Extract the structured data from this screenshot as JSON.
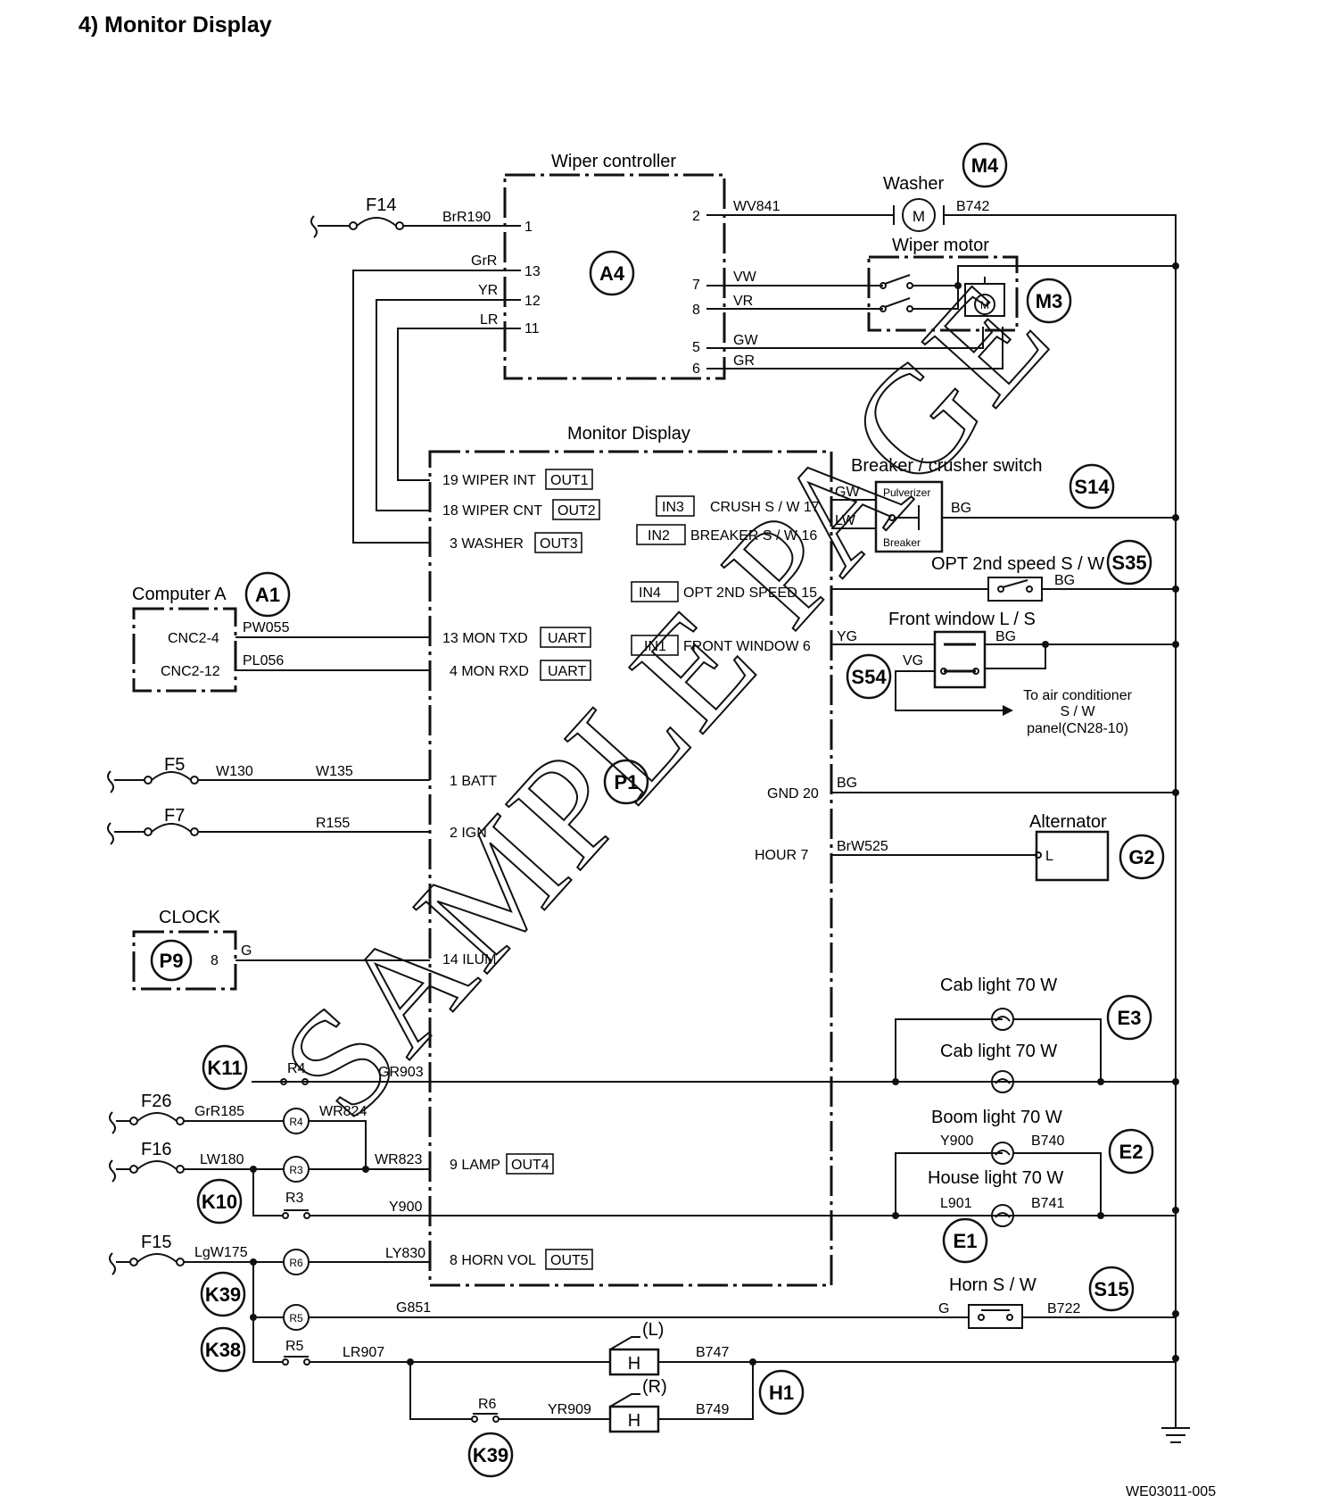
{
  "page_title": "4)   Monitor Display",
  "figure_code": "WE03011-005",
  "watermark": "SAMPLE PAGE",
  "components": {
    "a4": {
      "badge": "A4",
      "name": "Wiper controller",
      "pins": {
        "p1": "1",
        "p13": "13",
        "p12": "12",
        "p11": "11",
        "p2": "2",
        "p7": "7",
        "p8": "8",
        "p5": "5",
        "p6": "6"
      }
    },
    "m4": {
      "badge": "M4",
      "name": "Washer",
      "symbol": "M"
    },
    "m3": {
      "badge": "M3",
      "name": "Wiper motor",
      "symbol": "M"
    },
    "p1": {
      "badge": "P1",
      "name": "Monitor Display",
      "left_pins": [
        {
          "label": "19 WIPER INT",
          "tag": "OUT1"
        },
        {
          "label": "18 WIPER CNT",
          "tag": "OUT2"
        },
        {
          "label": "3 WASHER",
          "tag": "OUT3"
        },
        {
          "label": "13 MON TXD",
          "tag": "UART"
        },
        {
          "label": "4 MON RXD",
          "tag": "UART"
        },
        {
          "label": "1 BATT",
          "tag": ""
        },
        {
          "label": "2 IGN",
          "tag": ""
        },
        {
          "label": "14 ILUM",
          "tag": ""
        },
        {
          "label": "9 LAMP",
          "tag": "OUT4"
        },
        {
          "label": "8 HORN VOL",
          "tag": "OUT5"
        }
      ],
      "right_pins": [
        {
          "tag": "IN3",
          "label": "CRUSH S / W 17"
        },
        {
          "tag": "IN2",
          "label": "BREAKER S / W 16"
        },
        {
          "tag": "IN4",
          "label": "OPT 2ND SPEED 15"
        },
        {
          "tag": "IN1",
          "label": "FRONT WINDOW  6"
        },
        {
          "tag": "",
          "label": "GND 20"
        },
        {
          "tag": "",
          "label": "HOUR   7"
        }
      ]
    },
    "a1": {
      "badge": "A1",
      "name": "Computer A",
      "pin_a": "CNC2-4",
      "pin_b": "CNC2-12"
    },
    "p9": {
      "badge": "P9",
      "name": "CLOCK",
      "pin": "8"
    },
    "s14": {
      "badge": "S14",
      "name": "Breaker / crusher switch",
      "pos_a": "Pulverizer",
      "pos_b": "Breaker"
    },
    "s35": {
      "badge": "S35",
      "name": "OPT 2nd speed S / W"
    },
    "s54": {
      "badge": "S54",
      "name": "Front window L / S"
    },
    "aircon_note": {
      "line1": "To air conditioner",
      "line2": "S / W",
      "line3": "panel(CN28-10)"
    },
    "g2": {
      "badge": "G2",
      "name": "Alternator",
      "pin": "L"
    },
    "e3": {
      "badge": "E3",
      "lamp1": "Cab light 70 W",
      "lamp2": "Cab light 70 W"
    },
    "e2": {
      "badge": "E2",
      "name": "Boom light 70 W"
    },
    "e1": {
      "badge": "E1",
      "name": "House light 70 W"
    },
    "s15": {
      "badge": "S15",
      "name": "Horn S / W"
    },
    "h1": {
      "badge": "H1",
      "horn_l": "(L)",
      "horn_r": "(R)",
      "symbol": "H"
    },
    "fuses": {
      "f14": "F14",
      "f5": "F5",
      "f7": "F7",
      "f26": "F26",
      "f16": "F16",
      "f15": "F15"
    },
    "relays": {
      "k11": "K11",
      "k10": "K10",
      "k39": "K39",
      "k38": "K38",
      "k39b": "K39",
      "r4": "R4",
      "r4c": "R4",
      "r3": "R3",
      "r3c": "R3",
      "r6": "R6",
      "r5": "R5",
      "r5c": "R5",
      "r6c": "R6"
    }
  },
  "wires": {
    "brr190": "BrR190",
    "grr": "GrR",
    "yr": "YR",
    "lr": "LR",
    "wv841": "WV841",
    "b742": "B742",
    "vw": "VW",
    "vr": "VR",
    "gw_a4": "GW",
    "gr": "GR",
    "gw_s14": "GW",
    "lw_s14": "LW",
    "bg_s14": "BG",
    "bg_s35": "BG",
    "yg": "YG",
    "vg": "VG",
    "bg_s54": "BG",
    "pw055": "PW055",
    "pl056": "PL056",
    "w130": "W130",
    "w135": "W135",
    "r155": "R155",
    "g_clock": "G",
    "bg_gnd": "BG",
    "brw525": "BrW525",
    "gr903": "GR903",
    "grr185": "GrR185",
    "wr824": "WR824",
    "lw180": "LW180",
    "wr823": "WR823",
    "y900": "Y900",
    "y900_boom": "Y900",
    "b740": "B740",
    "l901": "L901",
    "b741": "B741",
    "lgw175": "LgW175",
    "ly830": "LY830",
    "g851": "G851",
    "g_horn": "G",
    "b722": "B722",
    "lr907": "LR907",
    "b747": "B747",
    "yr909": "YR909",
    "b749": "B749"
  }
}
